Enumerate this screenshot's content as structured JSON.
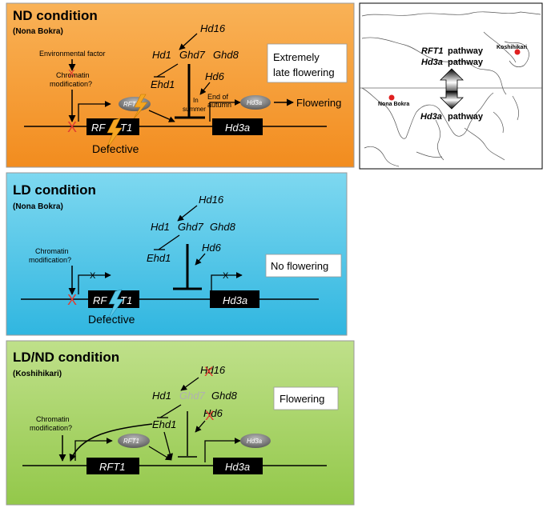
{
  "colors": {
    "nd_bg": "#f7a23e",
    "ld_bg": "#4fc6e6",
    "ldnd_bg": "#a7d463",
    "cross": "#e03c31",
    "protein": "#8c8c8c",
    "gene_box": "#000000",
    "ghd7_inactive": "#b0b0b0",
    "lightning_nd": "#f5a623",
    "lightning_ld": "#5ac8e8"
  },
  "nd_panel": {
    "title": "ND condition",
    "variety": "(Nona Bokra)",
    "env_factor": "Environmental factor",
    "chromatin_1": "Chromatin",
    "chromatin_2": "modification?",
    "hd16": "Hd16",
    "hd1": "Hd1",
    "ghd7": "Ghd7",
    "ghd8": "Ghd8",
    "ehd1": "Ehd1",
    "hd6": "Hd6",
    "rft1_protein": "RFT1",
    "in_summer_1": "In",
    "in_summer_2": "summer",
    "end_autumn_1": "End of",
    "end_autumn_2": "autumn",
    "hd3a_protein": "Hd3a",
    "flowering": "Flowering",
    "gene_rft1_a": "RF",
    "gene_rft1_b": "T1",
    "gene_hd3a": "Hd3a",
    "defective": "Defective",
    "phenotype_1": "Extremely",
    "phenotype_2": "late flowering"
  },
  "map_panel": {
    "koshihikari": "Koshihikari",
    "nona_bokra": "Nona Bokra",
    "rft1_pathway_gene": "RFT1",
    "rft1_pathway_word": "pathway",
    "hd3a_pathway_gene": "Hd3a",
    "hd3a_pathway_word": "pathway",
    "lower_gene": "Hd3a",
    "lower_word": "pathway"
  },
  "ld_panel": {
    "title": "LD condition",
    "variety": "(Nona Bokra)",
    "chromatin_1": "Chromatin",
    "chromatin_2": "modification?",
    "hd16": "Hd16",
    "hd1": "Hd1",
    "ghd7": "Ghd7",
    "ghd8": "Ghd8",
    "ehd1": "Ehd1",
    "hd6": "Hd6",
    "x1": "X",
    "x2": "X",
    "gene_rft1_a": "RF",
    "gene_rft1_b": "T1",
    "gene_hd3a": "Hd3a",
    "defective": "Defective",
    "phenotype": "No flowering"
  },
  "ldnd_panel": {
    "title": "LD/ND condition",
    "variety": "(Koshihikari)",
    "chromatin_1": "Chromatin",
    "chromatin_2": "modification?",
    "hd16": "Hd16",
    "hd1": "Hd1",
    "ghd7": "Ghd7",
    "ghd8": "Ghd8",
    "ehd1": "Ehd1",
    "hd6": "Hd6",
    "rft1_protein": "RFT1",
    "hd3a_protein": "Hd3a",
    "gene_rft1": "RFT1",
    "gene_hd3a": "Hd3a",
    "phenotype": "Flowering"
  }
}
